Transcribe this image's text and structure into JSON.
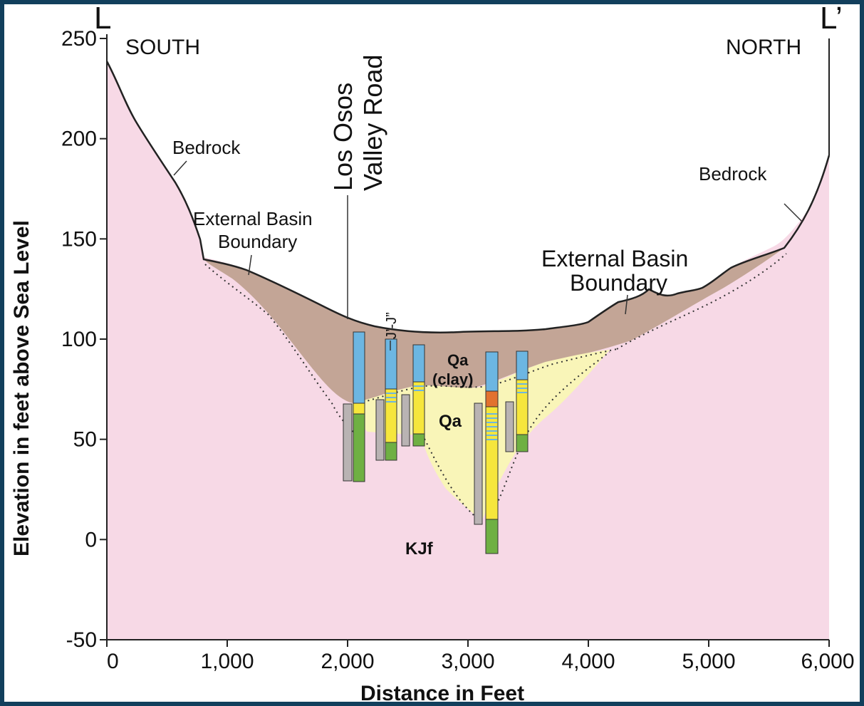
{
  "section": {
    "left_label": "L",
    "right_label": "L’",
    "left_direction": "SOUTH",
    "right_direction": "NORTH"
  },
  "axes": {
    "x_title": "Distance in Feet",
    "y_title": "Elevation in feet above Sea Level",
    "x_ticks": [
      "0",
      "1,000",
      "2,000",
      "3,000",
      "4,000",
      "5,000",
      "6,000"
    ],
    "y_ticks": [
      "250",
      "200",
      "150",
      "100",
      "50",
      "0",
      "-50"
    ],
    "x_range": [
      0,
      6000
    ],
    "y_range": [
      -50,
      250
    ]
  },
  "labels": {
    "bedrock_left": "Bedrock",
    "bedrock_right": "Bedrock",
    "ebb_left_line1": "External Basin",
    "ebb_left_line2": "Boundary",
    "ebb_right_line1": "External Basin",
    "ebb_right_line2": "Boundary",
    "road_line1": "Los Osos",
    "road_line2": "Valley Road",
    "cross_section_ref": "J’-J”",
    "unit_clay_line1": "Qa",
    "unit_clay_line2": "(clay)",
    "unit_qa": "Qa",
    "unit_kjf": "KJf"
  },
  "colors": {
    "bedrock": "#f7d9e6",
    "clay": "#c3a596",
    "alluvium": "#f9f5b8",
    "well_blue": "#6cb6e2",
    "well_yellow": "#f6e63c",
    "well_green": "#6fb043",
    "well_orange": "#e2722f",
    "well_grey": "#b9b3b3",
    "border": "#123f5c"
  }
}
